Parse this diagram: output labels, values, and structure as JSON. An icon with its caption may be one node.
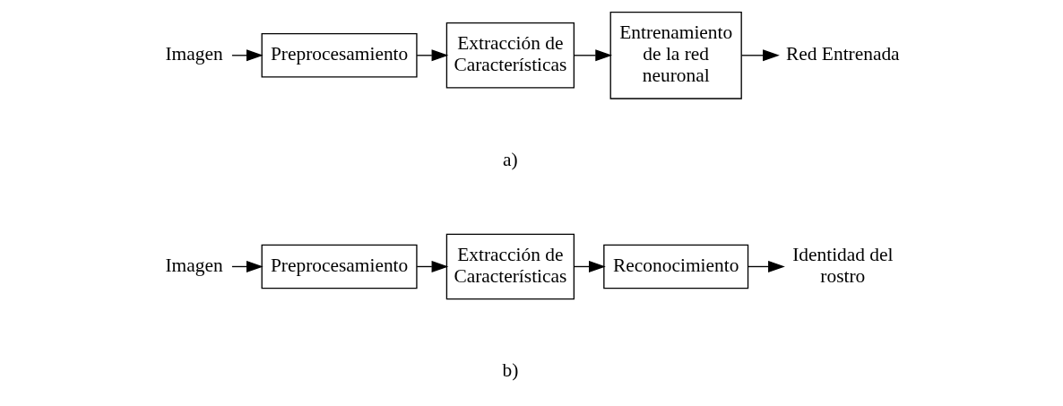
{
  "diagram": {
    "nodes": [
      {
        "text": [
          "Imagen"
        ]
      },
      {
        "text": [
          "Preprocesamiento"
        ]
      },
      {
        "text": [
          "Extracción de Características"
        ]
      },
      {
        "text": [
          "Entrenamiento de la red neuronal"
        ]
      },
      {
        "text": [
          "Red Entrenada"
        ]
      },
      {
        "text": [
          "Imagen"
        ]
      },
      {
        "text": [
          "Preprocesamiento"
        ]
      },
      {
        "text": [
          "Extracción de Características"
        ]
      },
      {
        "text": [
          "Reconocimiento"
        ]
      },
      {
        "text": [
          "Identidad del rostro"
        ]
      }
    ],
    "edges": [
      {
        "from": 0,
        "to": 1,
        "arrow": "to"
      },
      {
        "from": 1,
        "to": 2,
        "arrow": "to"
      },
      {
        "from": 2,
        "to": 3,
        "arrow": "to"
      },
      {
        "from": 3,
        "to": 4,
        "arrow": "to"
      },
      {
        "from": 5,
        "to": 6,
        "arrow": "to"
      },
      {
        "from": 6,
        "to": 7,
        "arrow": "to"
      },
      {
        "from": 7,
        "to": 8,
        "arrow": "to"
      },
      {
        "from": 8,
        "to": 9,
        "arrow": "to"
      }
    ],
    "labels": [
      "a)",
      "b)"
    ]
  }
}
